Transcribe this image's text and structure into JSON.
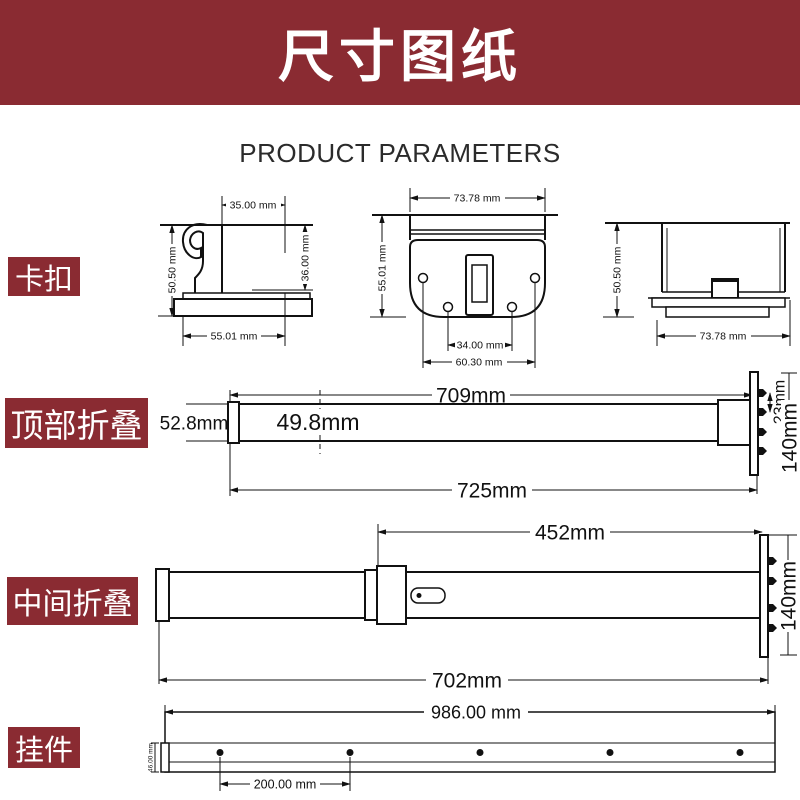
{
  "colors": {
    "accent": "#8a2b32",
    "line": "#111111"
  },
  "page": {
    "banner_title": "尺寸图纸",
    "heading": "PRODUCT PARAMETERS"
  },
  "sections": {
    "buckle_label": "卡扣",
    "top_fold_label": "顶部折叠",
    "mid_fold_label": "中间折叠",
    "pendant_label": "挂件"
  },
  "buckle": {
    "hook_view": {
      "width_top": "35.00 mm",
      "height_right": "36.00 mm",
      "height_left": "50.50 mm",
      "width_bottom": "55.01 mm"
    },
    "front_view": {
      "width_top": "73.78 mm",
      "height_left": "55.01 mm",
      "hole_gap_inner": "34.00 mm",
      "hole_gap_outer": "60.30 mm"
    },
    "side_view": {
      "height_left": "50.50 mm",
      "width_bottom": "73.78 mm"
    }
  },
  "top_fold": {
    "length_top": "709mm",
    "end_cap": "52.8mm",
    "tube": "49.8mm",
    "length_bottom": "725mm",
    "screw_gap": "23mm",
    "plate_height": "140mm"
  },
  "mid_fold": {
    "upper_length": "452mm",
    "plate_height": "140mm",
    "total_length": "702mm"
  },
  "pendant": {
    "total_length": "986.00 mm",
    "rail_height": "46.00 mm",
    "hole_spacing": "200.00 mm"
  }
}
